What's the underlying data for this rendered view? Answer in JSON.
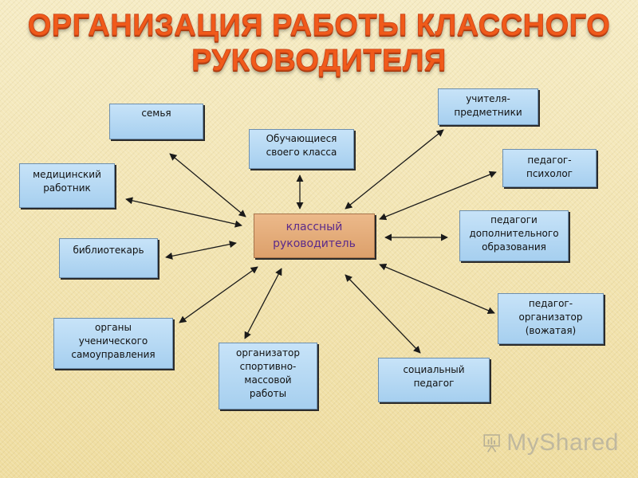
{
  "title": {
    "line1": "ОРГАНИЗАЦИЯ РАБОТЫ КЛАССНОГО",
    "line2": "РУКОВОДИТЕЛЯ"
  },
  "center": {
    "line1": "классный",
    "line2": "руководитель"
  },
  "nodes": {
    "family": "семья",
    "students": {
      "line1": "Обучающиеся",
      "line2": "своего класса"
    },
    "subject_teachers": {
      "line1": "учителя-",
      "line2": "предметники"
    },
    "psychologist": {
      "line1": "педагог-",
      "line2": "психолог"
    },
    "additional_education": {
      "line1": "педагоги",
      "line2": "дополнительного",
      "line3": "образования"
    },
    "medical": {
      "line1": "медицинский",
      "line2": "работник"
    },
    "librarian": "библиотекарь",
    "self_government": {
      "line1": "органы",
      "line2": "ученического",
      "line3": "самоуправления"
    },
    "sports_organizer": {
      "line1": "организатор",
      "line2": "спортивно-",
      "line3": "массовой",
      "line4": "работы"
    },
    "social_teacher": {
      "line1": "социальный",
      "line2": "педагог"
    },
    "organizer": {
      "line1": "педагог-",
      "line2": "организатор",
      "line3": "(вожатая)"
    }
  },
  "logo": {
    "text": "MyShared",
    "icon": "presentation-board-icon"
  },
  "colors": {
    "title": "#f05a1a",
    "node_fill": "#b6d8f3",
    "center_fill": "#e4ab78",
    "center_text": "#5b2a8a",
    "arrow": "#1a1a1a"
  }
}
